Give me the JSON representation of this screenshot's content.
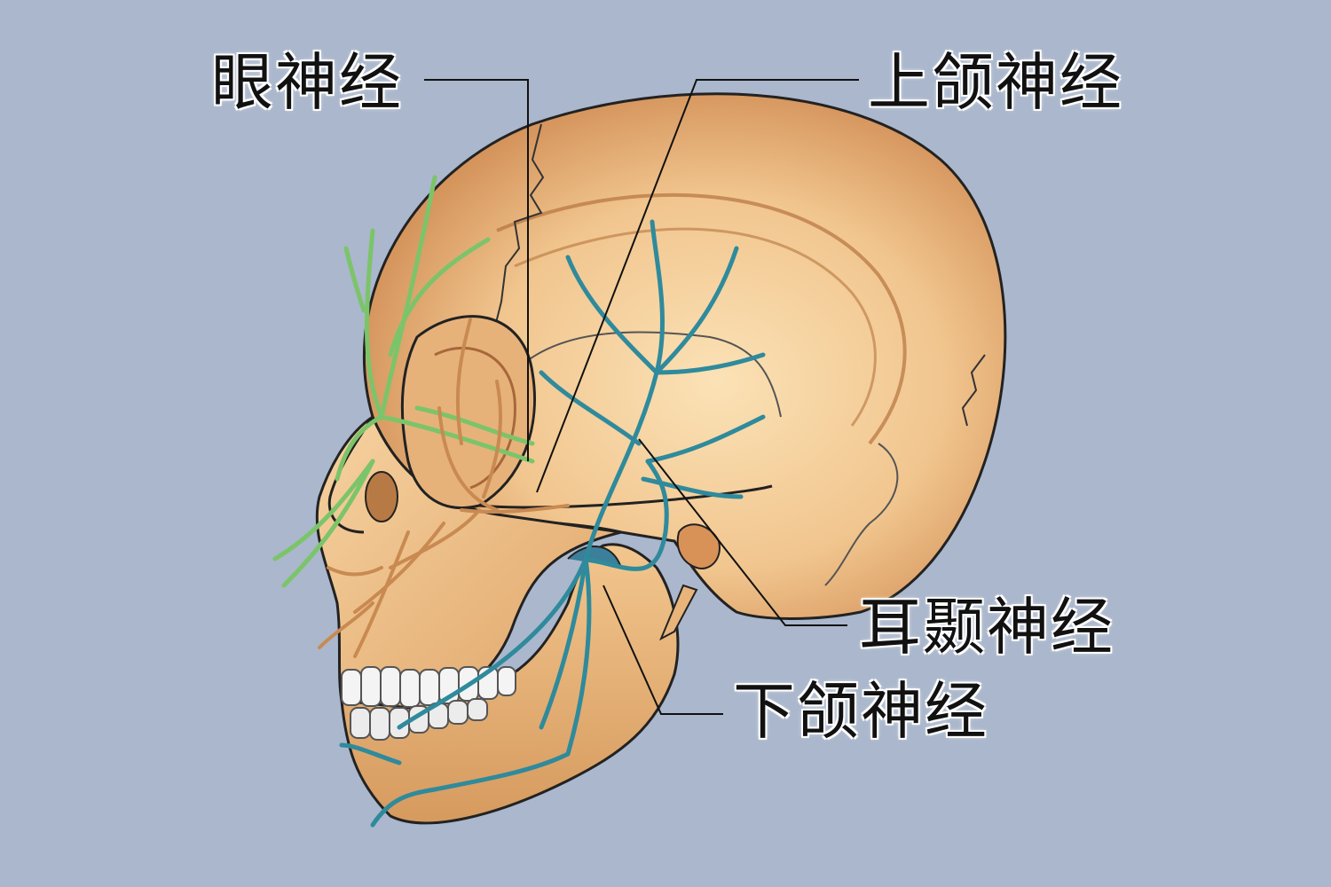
{
  "labels": {
    "ophthalmic": "眼神经",
    "maxillary": "上颌神经",
    "auriculotemporal": "耳颞神经",
    "mandibular": "下颌神经"
  },
  "colors": {
    "background": "#aab7cc",
    "bone_light": "#f7d6a4",
    "bone_dark": "#c97e46",
    "ophthalmic_nerve": "#7cc46a",
    "maxillary_nerve": "#c98a52",
    "mandibular_nerve": "#2f8a9c",
    "leader_line": "#111111"
  }
}
